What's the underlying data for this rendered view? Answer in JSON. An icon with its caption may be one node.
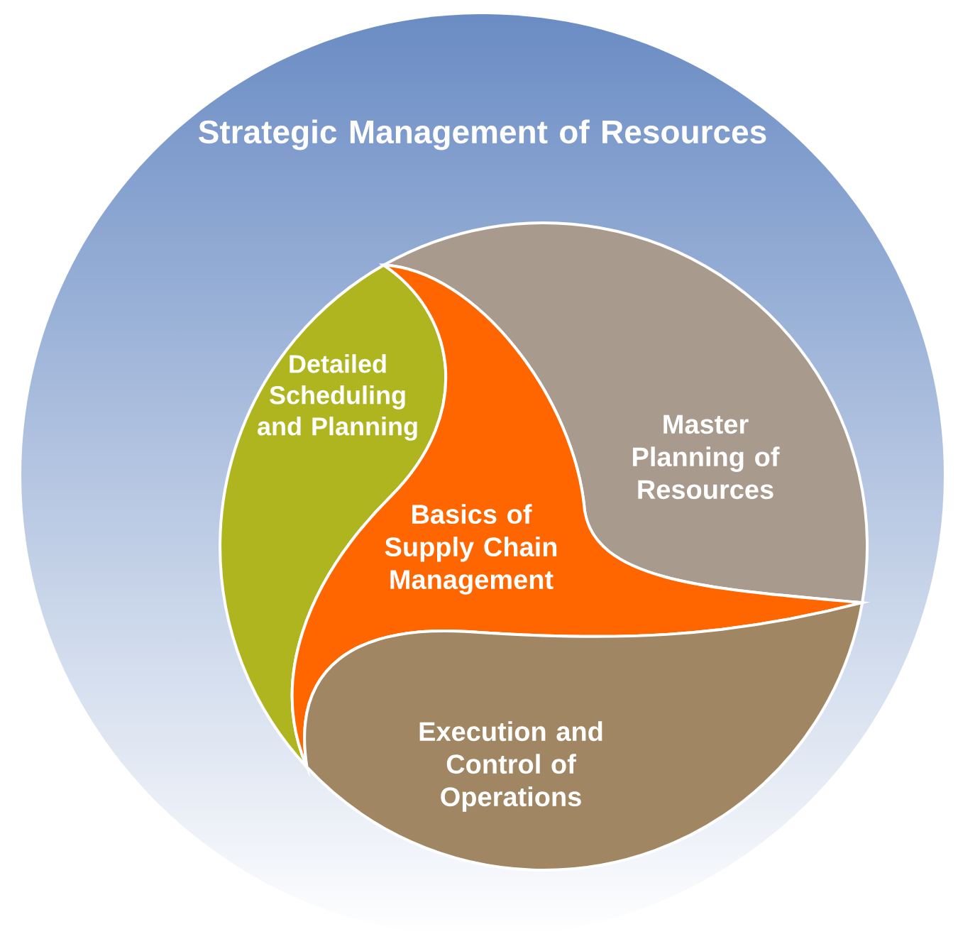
{
  "diagram": {
    "nodes": [
      {
        "text": [
          "Strategic Management of Resources"
        ]
      },
      {
        "text": [
          "Detailed Scheduling and Planning"
        ],
        "in": 0
      },
      {
        "text": [
          "Master Planning of Resources"
        ],
        "in": 0
      },
      {
        "text": [
          "Basics of Supply Chain Management"
        ],
        "in": 0
      },
      {
        "text": [
          "Execution and Control of Operations"
        ],
        "in": 0
      }
    ]
  }
}
